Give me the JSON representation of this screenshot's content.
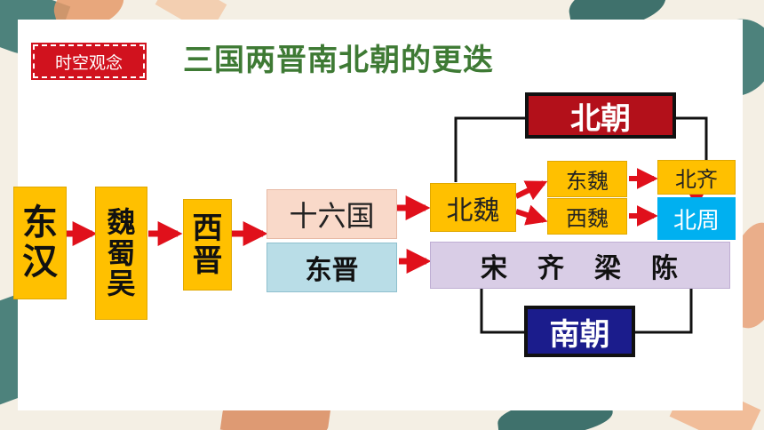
{
  "badge": "时空观念",
  "title": "三国两晋南北朝的更迭",
  "nodes": {
    "donghan": "东汉",
    "weishuwu": "魏蜀吴",
    "xijin": "西晋",
    "shiliuguo": "十六国",
    "dongjin": "东晋",
    "beiwei": "北魏",
    "dongwei": "东魏",
    "xiwei": "西魏",
    "beiqi": "北齐",
    "beizhou": "北周",
    "southern_dynasties": "宋　齐　梁　陈"
  },
  "banners": {
    "north": "北朝",
    "south": "南朝"
  },
  "colors": {
    "red": "#d1121e",
    "navy": "#1b1c8c",
    "gold": "#ffc000",
    "green": "#3e7a34"
  }
}
